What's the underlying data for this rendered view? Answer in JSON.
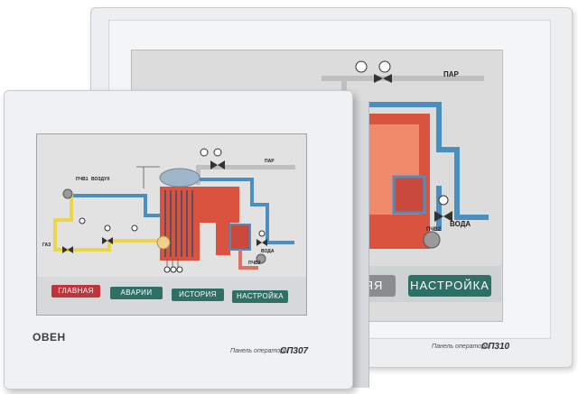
{
  "front_panel": {
    "brand": "ОВЕН",
    "model_label": "Панель оператора",
    "model_name": "СП307",
    "diagram_labels": {
      "steam": "ПАР",
      "air": "ВОЗДУХ",
      "gas": "ГАЗ",
      "water": "ВОДА",
      "pump1": "ПЧВ1",
      "pump2": "ПЧВ2"
    },
    "nav_buttons": [
      {
        "label": "ГЛАВНАЯ",
        "color": "#c0343c"
      },
      {
        "label": "АВАРИИ",
        "color": "#2e6f66"
      },
      {
        "label": "ИСТОРИЯ",
        "color": "#2e6f66"
      },
      {
        "label": "НАСТРОЙКА",
        "color": "#2e6f66"
      }
    ]
  },
  "back_panel": {
    "model_label": "Панель оператора",
    "model_name": "СП310",
    "diagram_labels": {
      "steam": "ПАР",
      "water": "ВОДА",
      "pump2": "ПЧВ2"
    },
    "nav_buttons": [
      {
        "label": "ЯЯ"
      },
      {
        "label": "НАСТРОЙКА",
        "color": "#2e6f66"
      }
    ]
  },
  "colors": {
    "water_pipe": "#4a8fc0",
    "air_pipe": "#e9d64a",
    "steam_pipe": "#bfbfbf",
    "boiler": "#d9533f",
    "boiler_hot": "#f08a6a"
  }
}
